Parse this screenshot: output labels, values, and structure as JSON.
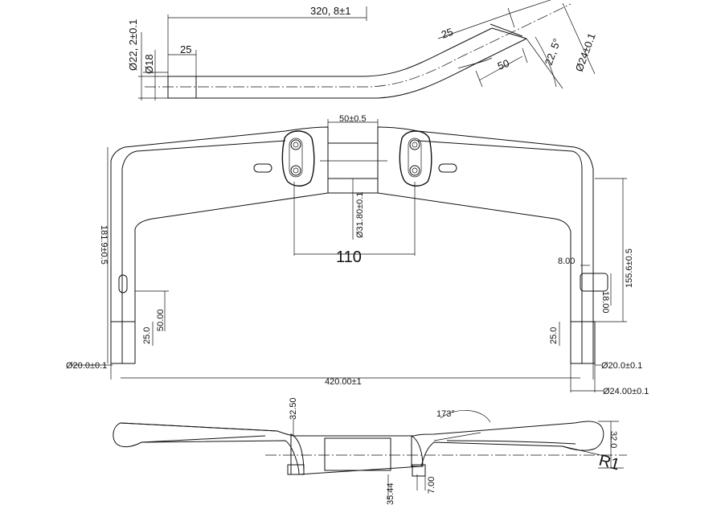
{
  "top_view": {
    "length": "320, 8±1",
    "dia_grip": "Ø22, 2±0.1",
    "dia_inner": "Ø18",
    "len_grip": "25",
    "len_end": "25",
    "len_bend": "50",
    "angle": "22, 5°",
    "dia_end": "Ø24±0.1"
  },
  "front_view": {
    "clamp_width": "50±0.5",
    "clamp_dia": "Ø31.80±0.1",
    "clamp_spacing": "110",
    "height_left": "181.9±0.5",
    "height_right": "155.6±0.5",
    "dim_50": "50.00",
    "dim_25_left": "25.0",
    "dim_25_right": "25.0",
    "dim_8": "8.00",
    "dim_18": "18.00",
    "dia_left": "Ø20.0±0.1",
    "dia_right": "Ø20.0±0.1",
    "width_total": "420.00±1",
    "dia_bottom_right": "Ø24.00±0.1"
  },
  "side_view": {
    "dim_top": "32.50",
    "angle": "173°",
    "dim_right": "32.0",
    "radius": "R1",
    "dim_bottom": "35.44",
    "dim_small": "7.00"
  }
}
